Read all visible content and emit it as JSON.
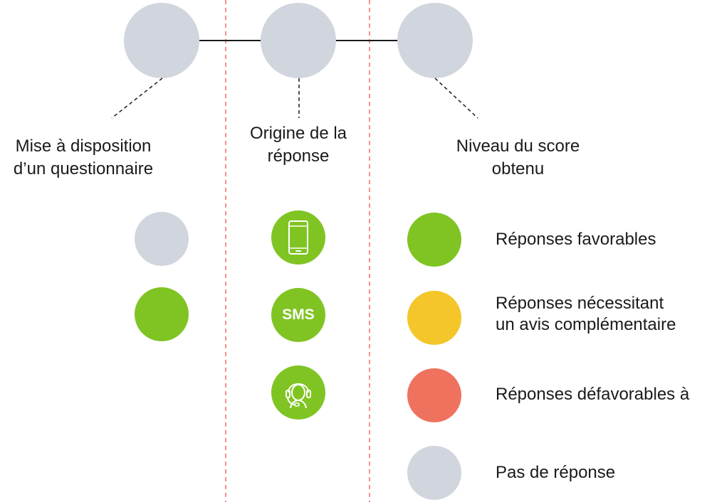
{
  "columns": [
    {
      "label_line1": "Mise à disposition",
      "label_line2": "d’un questionnaire"
    },
    {
      "label_line1": "Origine de la",
      "label_line2": "réponse"
    },
    {
      "label_line1": "Niveau du score",
      "label_line2": "obtenu"
    }
  ],
  "availability": [
    {
      "state": "not-sent",
      "color": "#D1D5DD"
    },
    {
      "state": "sent",
      "color": "#80C423"
    }
  ],
  "origin": [
    {
      "icon": "smartphone-icon",
      "color": "#80C423"
    },
    {
      "icon": "sms-icon",
      "text": "SMS",
      "color": "#80C423"
    },
    {
      "icon": "headset-operator-icon",
      "color": "#80C423"
    }
  ],
  "score_legend": [
    {
      "line1": "Réponses favorables",
      "line2": "",
      "color": "#80C423"
    },
    {
      "line1": "Réponses nécessitant",
      "line2": "un avis complémentaire",
      "color": "#F4C62A"
    },
    {
      "line1": "Réponses défavorables à",
      "line2": "",
      "color": "#EF725F"
    },
    {
      "line1": "Pas de réponse",
      "line2": "",
      "color": "#D1D5DD"
    }
  ],
  "colors": {
    "node_grey": "#D1D5DD",
    "separator_red": "#F0686A",
    "connector": "#1a1a1a"
  }
}
